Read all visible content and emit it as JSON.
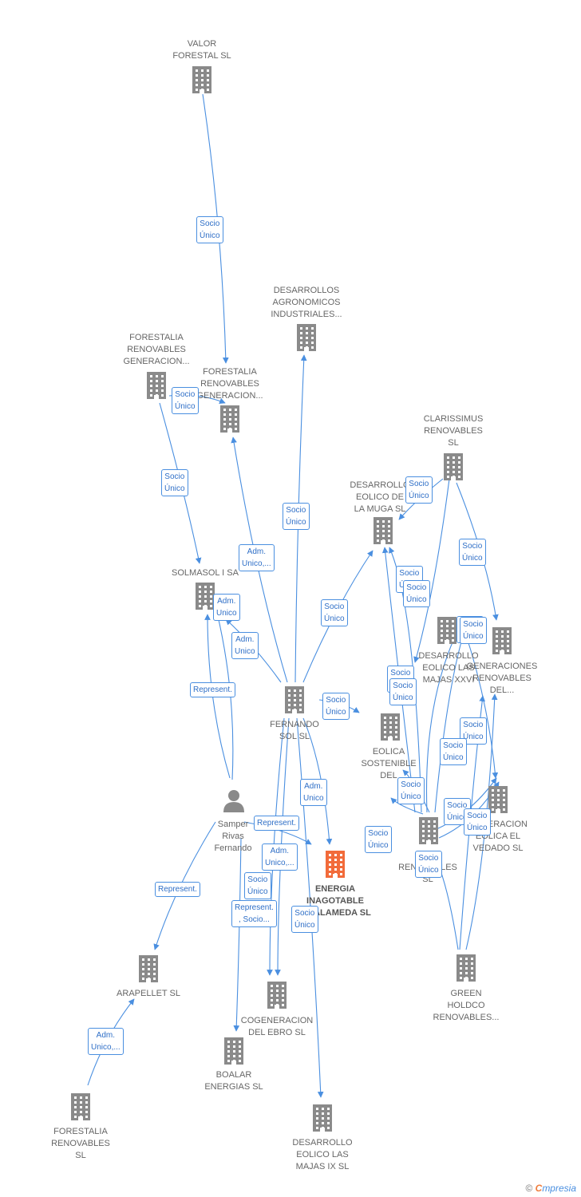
{
  "colors": {
    "edge": "#4a8fe0",
    "node": "#8a8a8a",
    "focus_node": "#f26b3a",
    "label": "#666666"
  },
  "nodes": [
    {
      "id": "valor",
      "label": "VALOR\nFORESTAL SL",
      "icon": "building-icon"
    },
    {
      "id": "desagro",
      "label": "DESARROLLOS\nAGRONOMICOS\nINDUSTRIALES...",
      "icon": "building-icon"
    },
    {
      "id": "forgen1",
      "label": "FORESTALIA\nRENOVABLES\nGENERACION...",
      "icon": "building-icon"
    },
    {
      "id": "forgen2",
      "label": "FORESTALIA\nRENOVABLES\nGENERACION...",
      "icon": "building-icon"
    },
    {
      "id": "clariss",
      "label": "CLARISSIMUS\nRENOVABLES\nSL",
      "icon": "building-icon"
    },
    {
      "id": "muga",
      "label": "DESARROLLO\nEOLICO DE\nLA MUGA SL",
      "icon": "building-icon"
    },
    {
      "id": "solmasol",
      "label": "SOLMASOL I SA",
      "icon": "building-icon"
    },
    {
      "id": "majas26",
      "label": "DESARROLLO\nEOLICO LAS\nMAJAS XXVI",
      "icon": "building-icon"
    },
    {
      "id": "genren",
      "label": "GENERACIONES\nRENOVABLES\nDEL...",
      "icon": "building-icon"
    },
    {
      "id": "fernando",
      "label": "FERNANDO\nSOL SL",
      "icon": "building-icon"
    },
    {
      "id": "eolsost",
      "label": "EOLICA\nSOSTENIBLE\nDEL",
      "icon": "building-icon"
    },
    {
      "id": "vedado",
      "label": "GENERACION\nEOLICA EL\nVEDADO SL",
      "icon": "building-icon"
    },
    {
      "id": "samper",
      "label": "Samper\nRivas\nFernando",
      "icon": "person-icon"
    },
    {
      "id": "nrenov",
      "label": "NEO\nRENOVABLES\nSL",
      "icon": "building-icon"
    },
    {
      "id": "energia",
      "label": "ENERGIA\nINAGOTABLE\nDE ALAMEDA SL",
      "icon": "building-icon",
      "focus": true
    },
    {
      "id": "green",
      "label": "GREEN\nHOLDCO\nRENOVABLES...",
      "icon": "building-icon"
    },
    {
      "id": "arapellet",
      "label": "ARAPELLET SL",
      "icon": "building-icon"
    },
    {
      "id": "cogen",
      "label": "COGENERACION\nDEL EBRO SL",
      "icon": "building-icon"
    },
    {
      "id": "boalar",
      "label": "BOALAR\nENERGIAS SL",
      "icon": "building-icon"
    },
    {
      "id": "forren",
      "label": "FORESTALIA\nRENOVABLES\nSL",
      "icon": "building-icon"
    },
    {
      "id": "majas9",
      "label": "DESARROLLO\nEOLICO LAS\nMAJAS IX SL",
      "icon": "building-icon"
    }
  ],
  "edges": [
    {
      "from": "valor",
      "to": "forgen2",
      "label": "Socio\nÚnico"
    },
    {
      "from": "forgen1",
      "to": "forgen2",
      "label": "Socio\nÚnico"
    },
    {
      "from": "forgen1",
      "to": "solmasol",
      "label": "Socio\nÚnico"
    },
    {
      "from": "fernando",
      "to": "desagro",
      "label": "Socio\nÚnico"
    },
    {
      "from": "fernando",
      "to": "forgen2",
      "label": "Adm.\nUnico,..."
    },
    {
      "from": "samper",
      "to": "solmasol",
      "label": "Adm.\nUnico"
    },
    {
      "from": "fernando",
      "to": "solmasol",
      "label": "Adm.\nUnico"
    },
    {
      "from": "samper",
      "to": "fernando",
      "label": "Represent."
    },
    {
      "from": "fernando",
      "to": "muga",
      "label": "Socio\nÚnico"
    },
    {
      "from": "fernando",
      "to": "eolsost",
      "label": "Socio\nÚnico"
    },
    {
      "from": "fernando",
      "to": "energia",
      "label": "Adm.\nUnico"
    },
    {
      "from": "samper",
      "to": "energia",
      "label": "Represent."
    },
    {
      "from": "fernando",
      "to": "cogen",
      "label": "Adm.\nUnico,..."
    },
    {
      "from": "fernando",
      "to": "cogen",
      "label": "Socio\nÚnico"
    },
    {
      "from": "samper",
      "to": "boalar",
      "label": "Represent.\n, Socio..."
    },
    {
      "from": "fernando",
      "to": "majas9",
      "label": "Socio\nÚnico"
    },
    {
      "from": "samper",
      "to": "arapellet",
      "label": "Represent."
    },
    {
      "from": "forren",
      "to": "arapellet",
      "label": "Adm.\nUnico,..."
    },
    {
      "from": "clariss",
      "to": "muga",
      "label": "Socio\nÚnico"
    },
    {
      "from": "clariss",
      "to": "genren",
      "label": "Socio\nÚnico"
    },
    {
      "from": "nrenov",
      "to": "muga",
      "label": "Socio\nÚnico"
    },
    {
      "from": "nrenov",
      "to": "muga",
      "label": "Socio\nÚnico"
    },
    {
      "from": "clariss",
      "to": "majas26",
      "label": "Socio\nÚnico"
    },
    {
      "from": "nrenov",
      "to": "majas26",
      "label": "Socio\nÚnico"
    },
    {
      "from": "nrenov",
      "to": "majas26",
      "label": "Socio\nÚnico"
    },
    {
      "from": "green",
      "to": "vedado",
      "label": "Socio\nÚnico"
    },
    {
      "from": "green",
      "to": "genren",
      "label": "Socio\nÚnico"
    },
    {
      "from": "nrenov",
      "to": "eolsost",
      "label": "Socio\nÚnico"
    },
    {
      "from": "nrenov",
      "to": "vedado",
      "label": "Socio\nÚnico"
    },
    {
      "from": "nrenov",
      "to": "vedado",
      "label": "Socio\nÚnico"
    },
    {
      "from": "green",
      "to": "nrenov",
      "label": "Socio\nÚnico"
    },
    {
      "from": "majas26",
      "to": "vedado",
      "label": "Socio\nÚnico"
    },
    {
      "from": "nrenov",
      "to": "eolsost",
      "label": "Socio\nÚnico"
    }
  ],
  "footer": {
    "copyright": "©",
    "brand_initial": "C",
    "brand_rest": "mpresia"
  }
}
